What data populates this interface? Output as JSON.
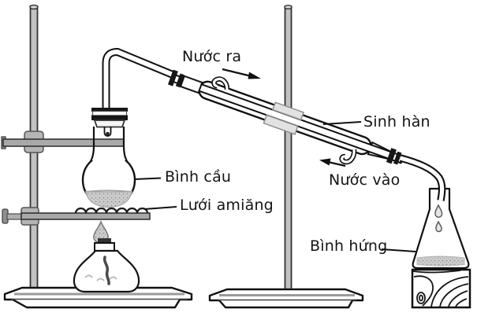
{
  "figure": {
    "kind": "distillation-apparatus-diagram",
    "background": "#ffffff",
    "ink_color": "#161616",
    "metal_color": "#b5b5b5",
    "liquid_color": "#cdcdcd"
  },
  "labels": {
    "water_out": "Nước ra",
    "condenser": "Sinh hàn",
    "round_flask": "Bình cầu",
    "asbestos_mesh": "Lưới amiăng",
    "water_in": "Nước vào",
    "collection_flask": "Bình hứng"
  }
}
